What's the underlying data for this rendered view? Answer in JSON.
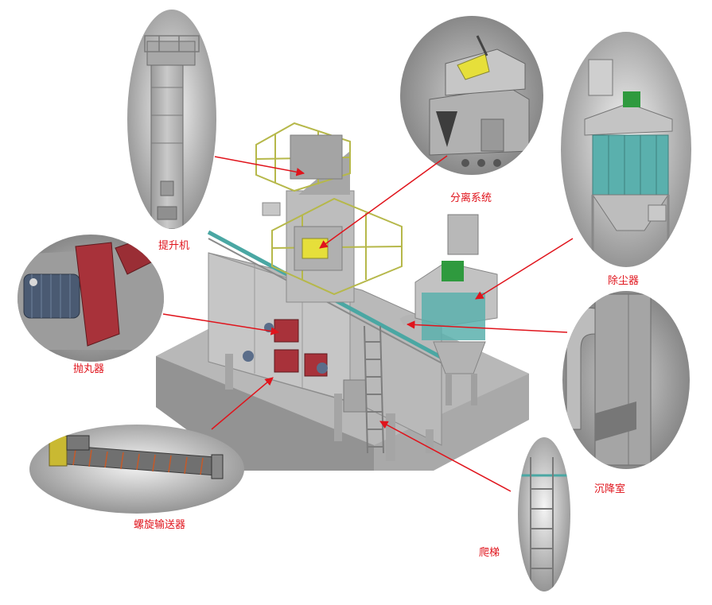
{
  "labels": {
    "elevator": "提升机",
    "separator": "分离系统",
    "dust_collector": "除尘器",
    "blast_wheel": "抛丸器",
    "settling_chamber": "沉降室",
    "screw_conveyor": "螺旋输送器",
    "ladder": "爬梯"
  },
  "colors": {
    "label_text": "#e0141c",
    "arrow": "#e0141c",
    "machine_body": "#b9b9b9",
    "base_platform": "#a9a9a9",
    "railing": "#b6b84a",
    "blast_unit": "#a8323a",
    "filter_cartridge": "#5ab0ad",
    "motor_green": "#2f9a3e",
    "yellow_part": "#e6df3a"
  }
}
